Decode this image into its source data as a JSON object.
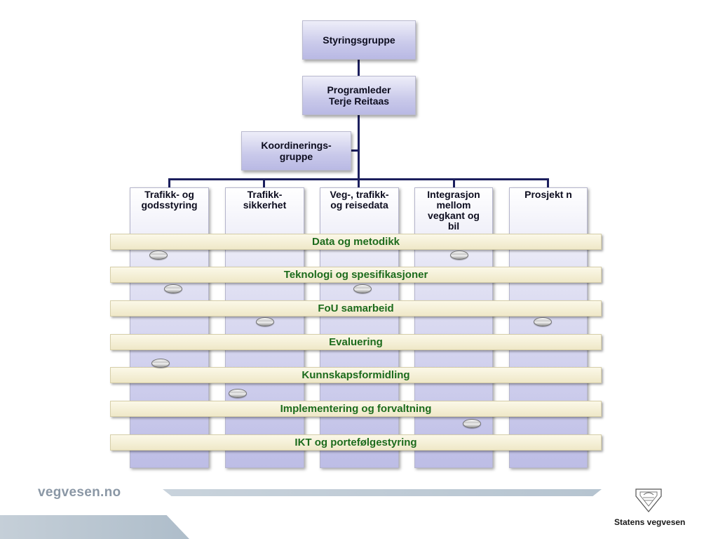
{
  "top_box": "Styringsgruppe",
  "program_manager": {
    "title": "Programleder",
    "name": "Terje Reitaas"
  },
  "coordination_box": "Koordinerings-\ngruppe",
  "columns": [
    "Trafikk- og\ngodsstyring",
    "Trafikk-\nsikkerhet",
    "Veg-, trafikk-\nog reisedata",
    "Integrasjon\nmellom\nvegkant og\nbil",
    "Prosjekt n"
  ],
  "bands": [
    "Data og metodikk",
    "Teknologi og spesifikasjoner",
    "FoU samarbeid",
    "Evaluering",
    "Kunnskapsformidling",
    "Implementering og forvaltning",
    "IKT og portefølgestyring"
  ],
  "footer": {
    "url": "vegvesen.no",
    "logo_text": "Statens vegvesen"
  },
  "colors": {
    "connector": "#1c1f5e",
    "box_fill": "#c9c9ea",
    "band_fill": "#efe8c8",
    "band_text": "#1c6b1c"
  }
}
